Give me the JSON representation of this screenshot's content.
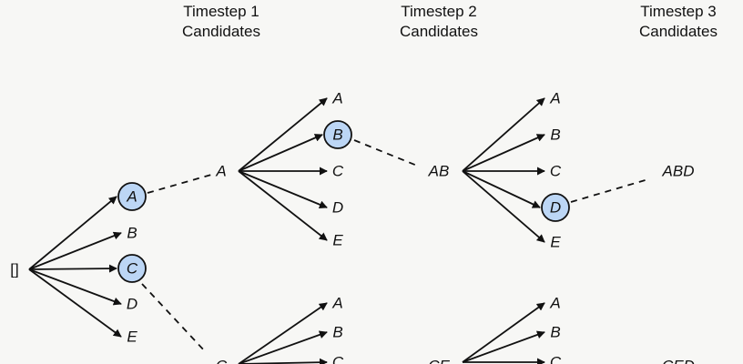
{
  "headers": [
    {
      "line1": "Timestep 1",
      "line2": "Candidates"
    },
    {
      "line1": "Timestep 2",
      "line2": "Candidates"
    },
    {
      "line1": "Timestep 3",
      "line2": "Candidates"
    }
  ],
  "root": "[]",
  "timestep1": {
    "candidates": [
      "A",
      "B",
      "C",
      "D",
      "E"
    ],
    "selected": [
      "A",
      "C"
    ]
  },
  "prefixes_t1": [
    "A",
    "C"
  ],
  "branch_A_t2": {
    "candidates": [
      "A",
      "B",
      "C",
      "D",
      "E"
    ],
    "selected": [
      "B"
    ]
  },
  "branch_C_t2": {
    "candidates": [
      "A",
      "B",
      "C"
    ]
  },
  "prefixes_t2": [
    "AB",
    "CE"
  ],
  "branch_AB_t3": {
    "candidates": [
      "A",
      "B",
      "C",
      "D",
      "E"
    ],
    "selected": [
      "D"
    ]
  },
  "branch_CE_t3": {
    "candidates": [
      "A",
      "B",
      "C"
    ]
  },
  "prefixes_t3": [
    "ABD",
    "CED"
  ],
  "colors": {
    "selected_fill": "#bcd6f5",
    "stroke": "#111111",
    "background": "#f7f7f5"
  }
}
